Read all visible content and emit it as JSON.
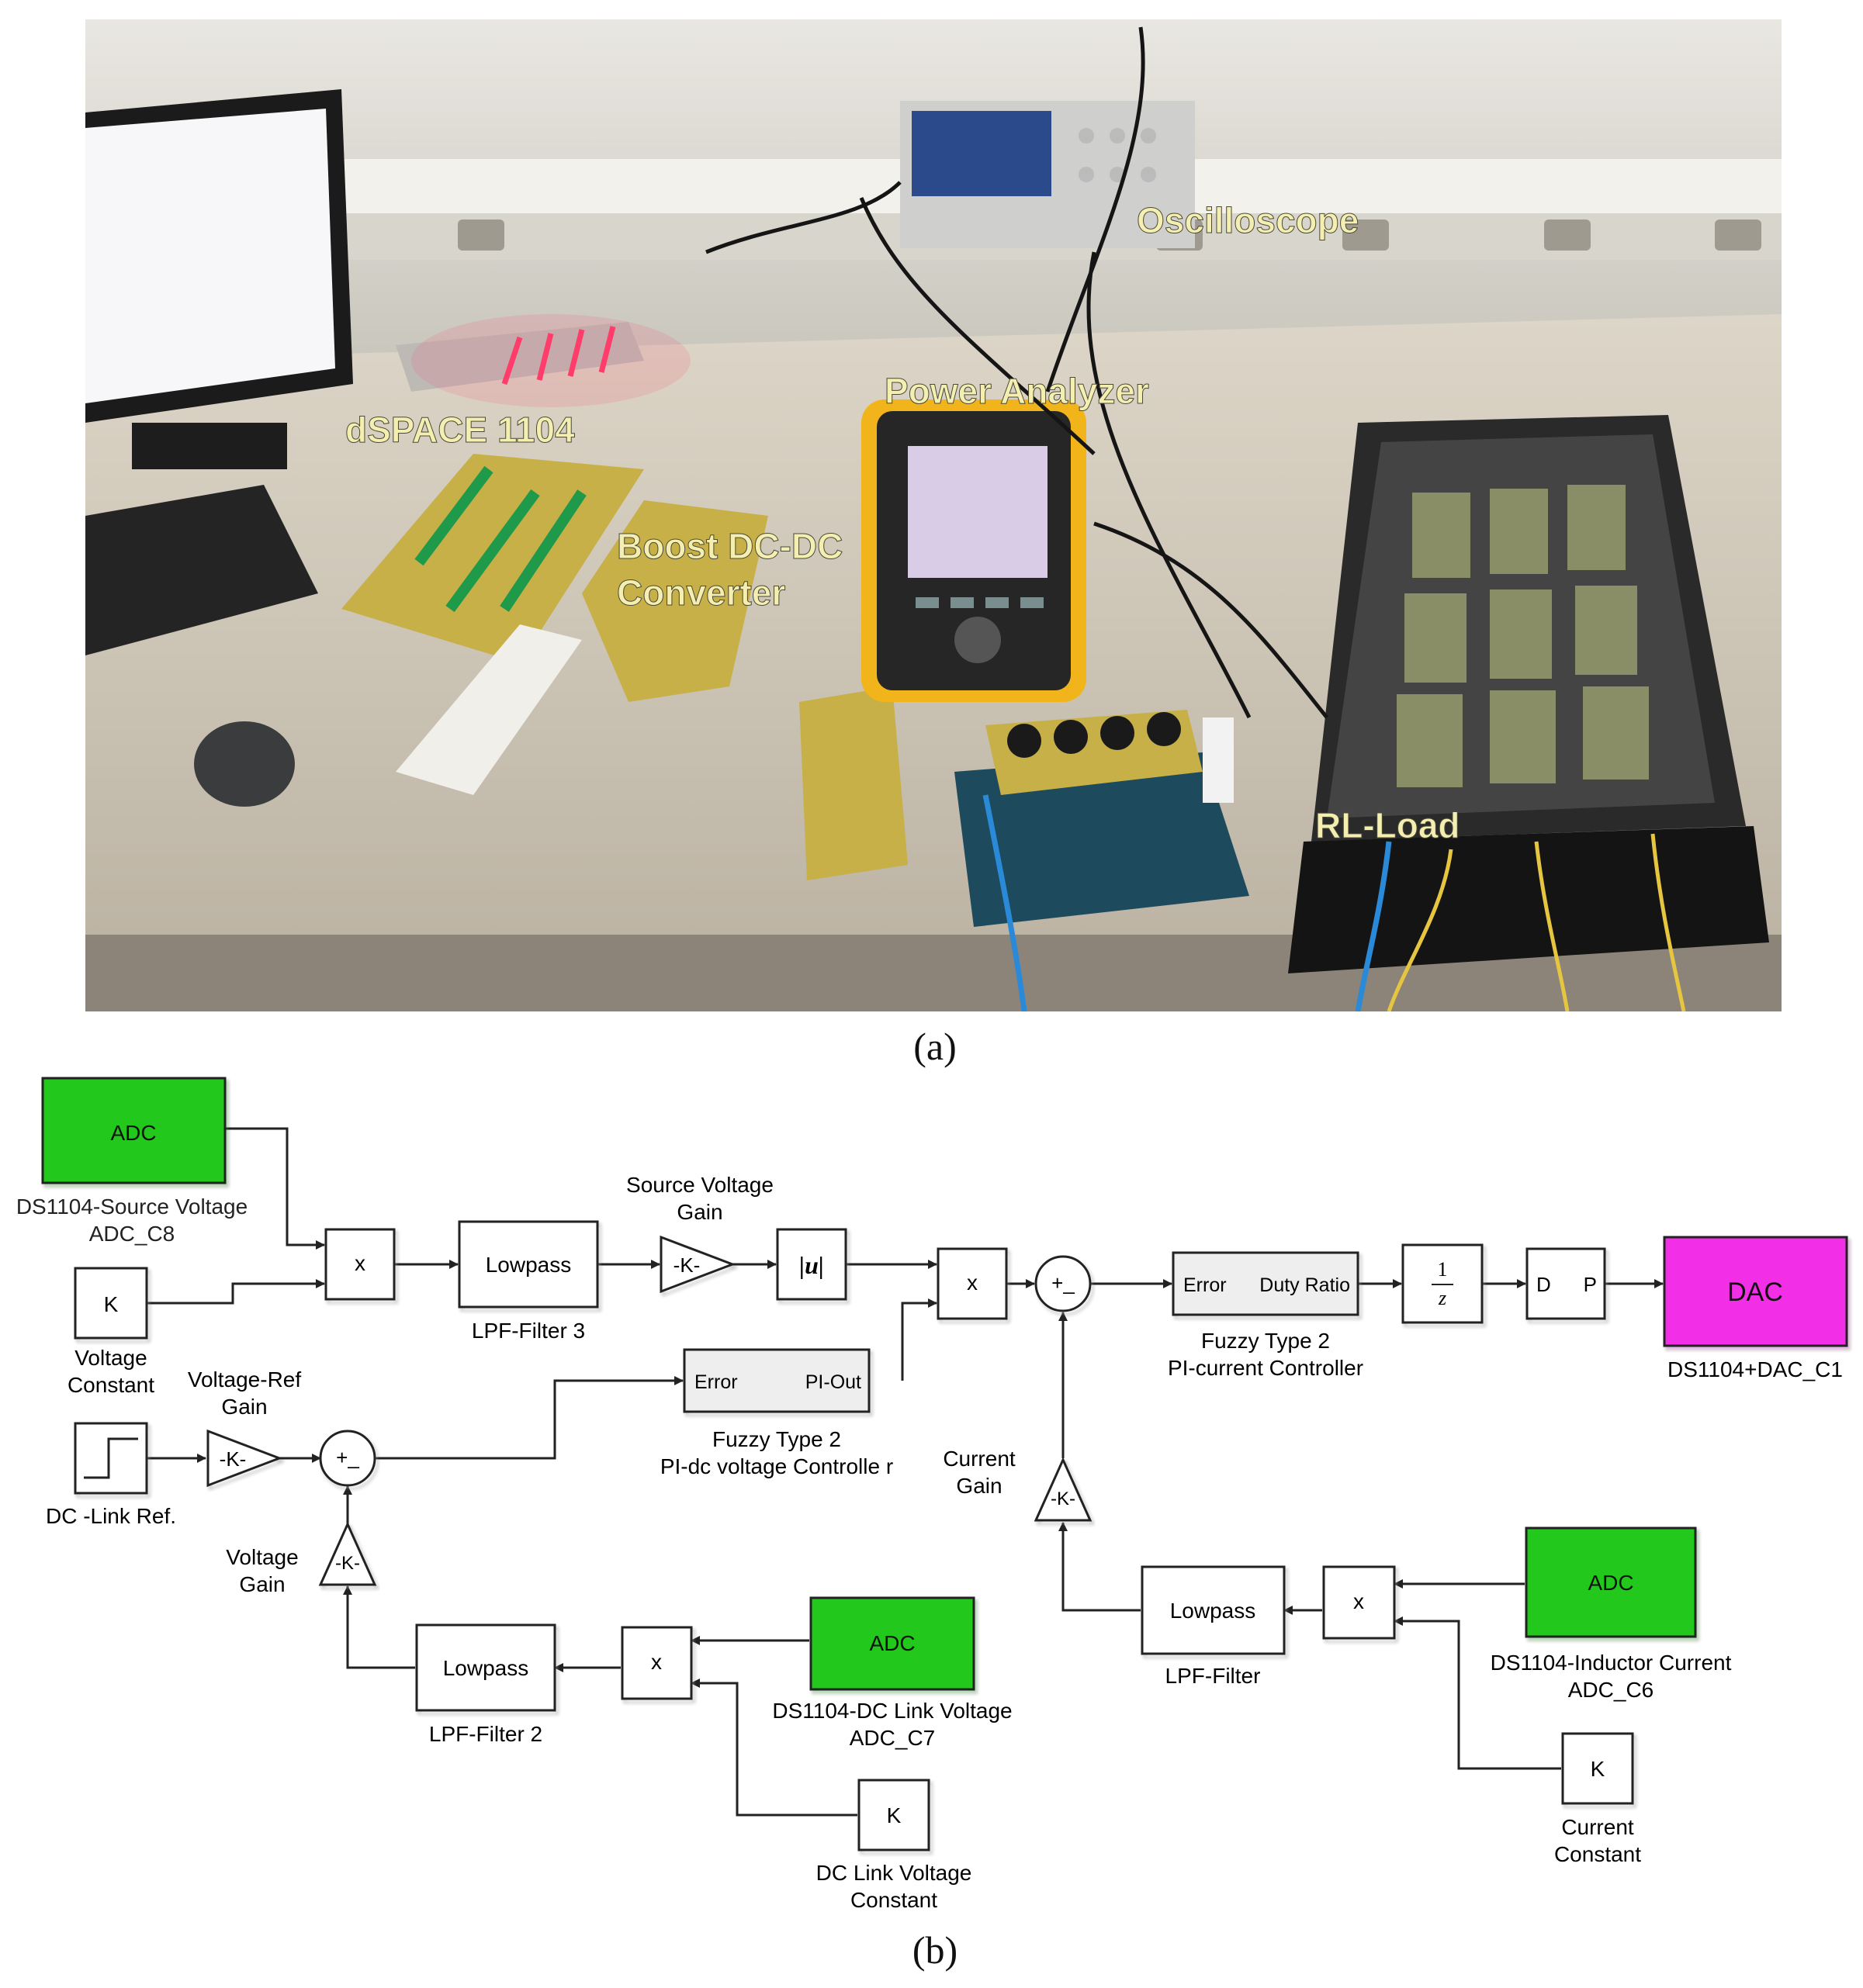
{
  "photo": {
    "labels": {
      "oscilloscope": "Oscilloscope",
      "dspace": "dSPACE 1104",
      "power_analyzer": "Power Analyzer",
      "boost_line1": "Boost DC-DC",
      "boost_line2": "Converter",
      "rl_load": "RL-Load"
    },
    "label_color": "#f4efb0"
  },
  "captions": {
    "a": "(a)",
    "b": "(b)"
  },
  "diagram": {
    "colors": {
      "adc": "#22c81e",
      "dac": "#f22ee6",
      "line": "#222222",
      "block_fill": "#ffffff"
    },
    "blocks": {
      "adc_source": {
        "text": "ADC",
        "label1": "DS1104-Source Voltage",
        "label2": "ADC_C8"
      },
      "k_voltage": {
        "text": "K",
        "label1": "Voltage",
        "label2": "Constant"
      },
      "mult_top": {
        "text": "x"
      },
      "lowpass3": {
        "text": "Lowpass",
        "label1": "LPF-Filter 3"
      },
      "gain_source": {
        "text": "-K-",
        "label1": "Source Voltage",
        "label2": "Gain"
      },
      "abs": {
        "text": "|u|"
      },
      "mult_mid": {
        "text": "x"
      },
      "sum_mid": {
        "text": "+_"
      },
      "fuzzy_current": {
        "left": "Error",
        "right": "Duty Ratio",
        "label1": "Fuzzy Type 2",
        "label2": "PI-current  Controller"
      },
      "unit_delay": {
        "num": "1",
        "den": "z"
      },
      "dp": {
        "left": "D",
        "right": "P"
      },
      "dac": {
        "text": "DAC",
        "label1": "DS1104+DAC_C1"
      },
      "step": {
        "label1": "DC -Link Ref."
      },
      "gain_vref": {
        "text": "-K-",
        "label1": "Voltage-Ref",
        "label2": "Gain"
      },
      "sum_left": {
        "text": "+_"
      },
      "fuzzy_dc": {
        "left": "Error",
        "right": "PI-Out",
        "label1": "Fuzzy Type 2",
        "label2": "PI-dc voltage Controlle r"
      },
      "gain_current": {
        "text": "-K-",
        "label1": "Current",
        "label2": "Gain"
      },
      "gain_voltage": {
        "text": "-K-",
        "label1": "Voltage",
        "label2": "Gain"
      },
      "lowpass2": {
        "text": "Lowpass",
        "label1": "LPF-Filter 2"
      },
      "mult_bl": {
        "text": "x"
      },
      "adc_dclink": {
        "text": "ADC",
        "label1": "DS1104-DC Link Voltage",
        "label2": "ADC_C7"
      },
      "k_dclink": {
        "text": "K",
        "label1": "DC Link Voltage",
        "label2": "Constant"
      },
      "lowpass1": {
        "text": "Lowpass",
        "label1": "LPF-Filter"
      },
      "mult_br": {
        "text": "x"
      },
      "adc_inductor": {
        "text": "ADC",
        "label1": "DS1104-Inductor Current",
        "label2": "ADC_C6"
      },
      "k_current": {
        "text": "K",
        "label1": "Current",
        "label2": "Constant"
      }
    }
  }
}
